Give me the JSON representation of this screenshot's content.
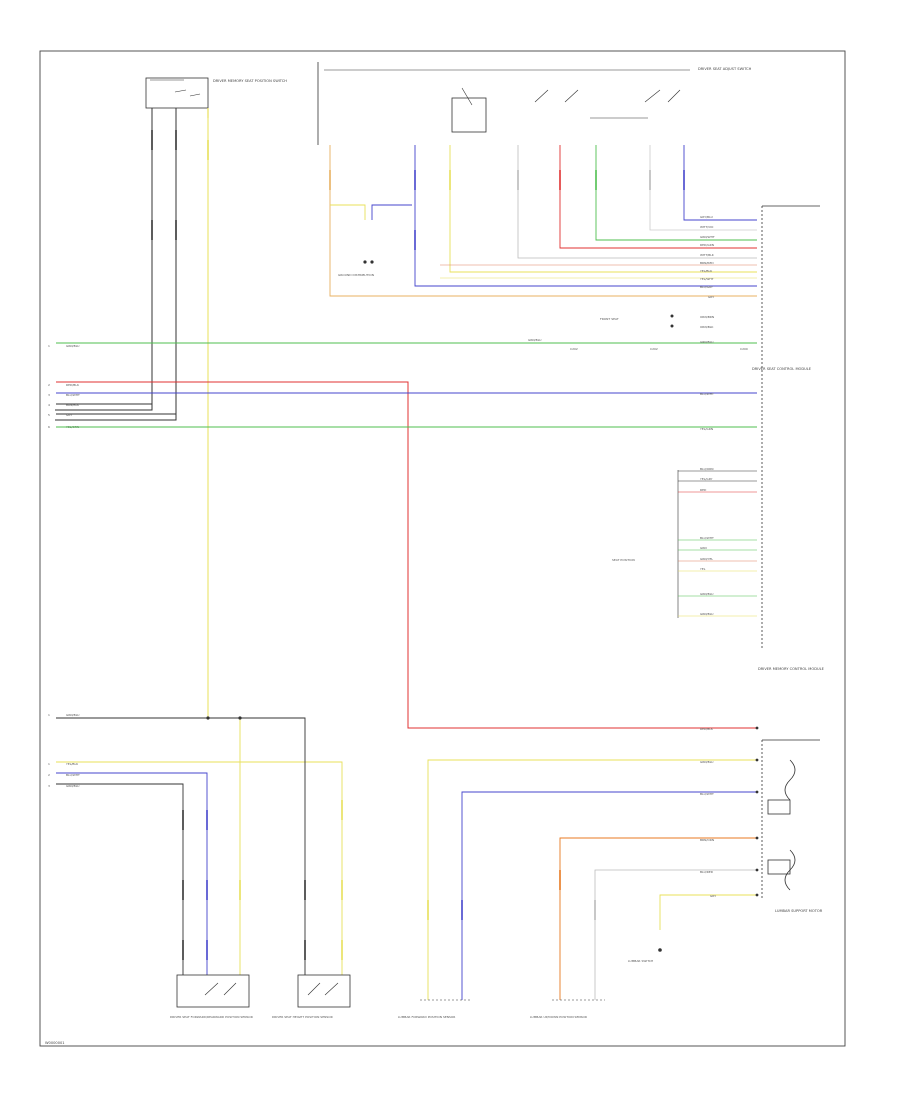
{
  "diagram_id": "W0000001",
  "colors": {
    "black": "#333333",
    "gray": "#8a8a8a",
    "red": "#e03030",
    "blue": "#4444cc",
    "green": "#4fbf4f",
    "yellow": "#e8e05a",
    "orange": "#e87a20",
    "white": "#d8d8d8"
  },
  "components": {
    "memory_switch": "DRIVER MEMORY SEAT POSITION SWITCH",
    "seat_adjust_switch": "DRIVER SEAT ADJUST SWITCH",
    "lumbar_switch": "LUMBAR SWITCH",
    "driver_seat_module": "DRIVER SEAT CONTROL MODULE",
    "dme": "DRIVER MEMORY CONTROL MODULE",
    "lumbar_motor_assembly": "LUMBAR SUPPORT MOTOR",
    "front_rear_sensor": "DRIVER SEAT FORWARD/REARWARD POSITION SENSOR",
    "height_sensor": "DRIVER SEAT HEIGHT POSITION SENSOR",
    "lumbar_fwd_sensor": "LUMBAR FORWARD POSITION SENSOR",
    "lumbar_updown_sensor": "LUMBAR UP/DOWN POSITION SENSOR",
    "ground": "GROUND DISTRIBUTION",
    "not_used": "NOT USED",
    "seat_position": "SEAT POSITION"
  }
}
